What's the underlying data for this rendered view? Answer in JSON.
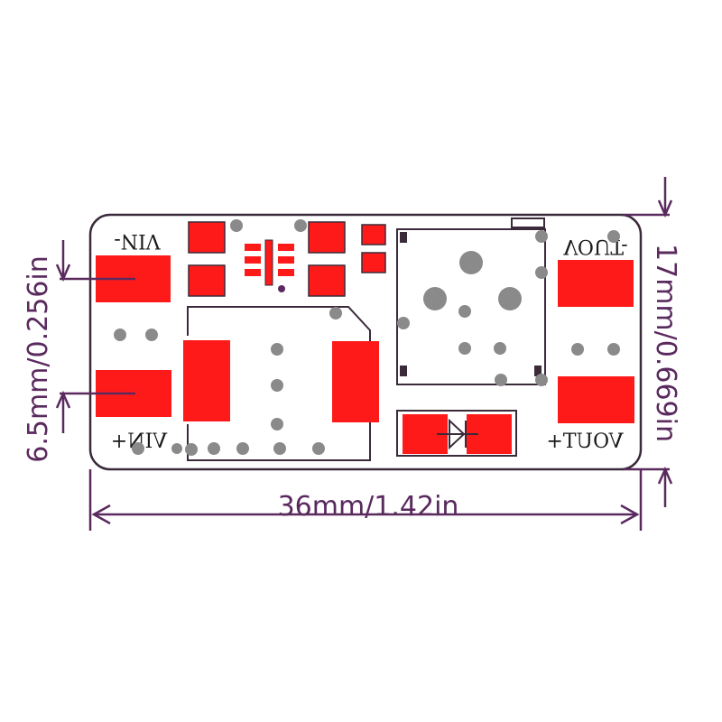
{
  "colors": {
    "pad": "#ff1a1a",
    "via": "#8a8a8a",
    "outline": "#3a2a3a",
    "dimension": "#5a2a5e",
    "board": "#ffffff"
  },
  "labels": {
    "vin_minus": "VIN-",
    "vin_plus": "VIN+",
    "vout_minus": "VOUT-",
    "vout_plus": "VOUT+"
  },
  "dimensions": {
    "width": "36mm/1.42in",
    "height": "17mm/0.669in",
    "pad_spacing": "6.5mm/0.256in"
  }
}
